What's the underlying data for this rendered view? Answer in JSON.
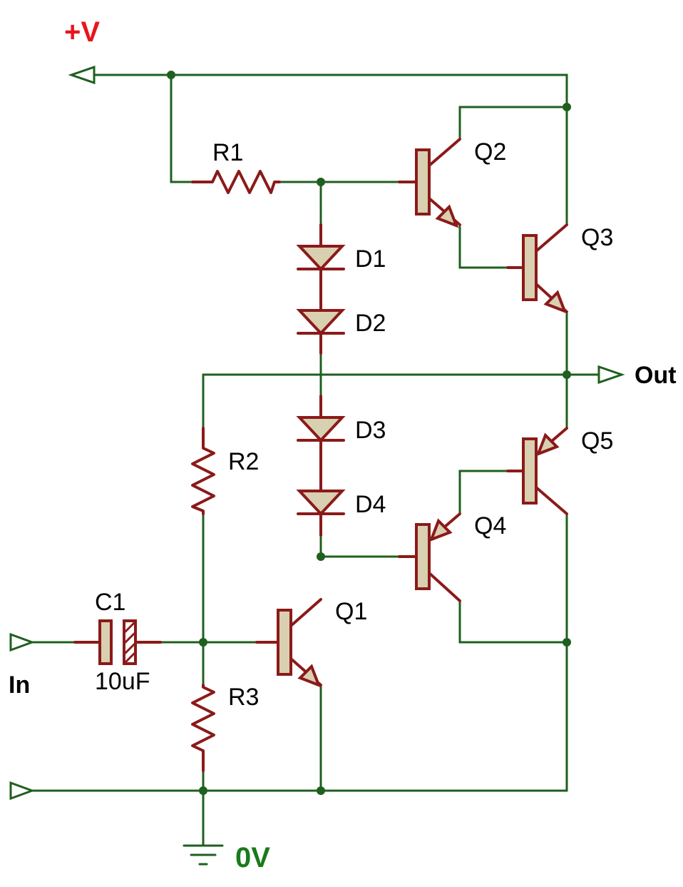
{
  "rails": {
    "positive": "+V",
    "ground": "0V"
  },
  "ports": {
    "input": "In",
    "output": "Out"
  },
  "components": {
    "R1": "R1",
    "R2": "R2",
    "R3": "R3",
    "D1": "D1",
    "D2": "D2",
    "D3": "D3",
    "D4": "D4",
    "Q1": "Q1",
    "Q2": "Q2",
    "Q3": "Q3",
    "Q4": "Q4",
    "Q5": "Q5",
    "C1": "C1",
    "C1_value": "10uF"
  },
  "colors": {
    "wire": "#1f5f1f",
    "component": "#8b1a1a",
    "component_fill": "#d9cfb1",
    "positive_rail": "#e8161b",
    "ground_rail": "#1a7a1a"
  }
}
